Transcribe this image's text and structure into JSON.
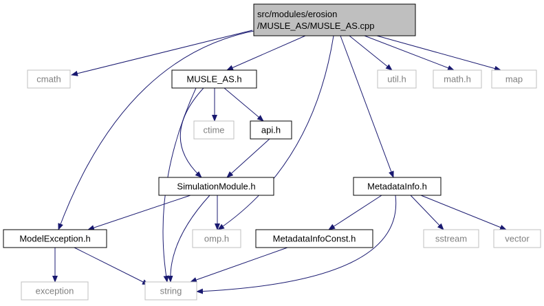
{
  "diagram": {
    "nodes": [
      {
        "id": "root",
        "lines": [
          "src/modules/erosion",
          "/MUSLE_AS/MUSLE_AS.cpp"
        ],
        "style": "root"
      },
      {
        "id": "cmath",
        "lines": [
          "cmath"
        ],
        "style": "external"
      },
      {
        "id": "musle_h",
        "lines": [
          "MUSLE_AS.h"
        ],
        "style": "project"
      },
      {
        "id": "util_h",
        "lines": [
          "util.h"
        ],
        "style": "external"
      },
      {
        "id": "math_h",
        "lines": [
          "math.h"
        ],
        "style": "external"
      },
      {
        "id": "map",
        "lines": [
          "map"
        ],
        "style": "external"
      },
      {
        "id": "ctime",
        "lines": [
          "ctime"
        ],
        "style": "external"
      },
      {
        "id": "api_h",
        "lines": [
          "api.h"
        ],
        "style": "project"
      },
      {
        "id": "simmod_h",
        "lines": [
          "SimulationModule.h"
        ],
        "style": "project"
      },
      {
        "id": "metainfo_h",
        "lines": [
          "MetadataInfo.h"
        ],
        "style": "project"
      },
      {
        "id": "modelexc_h",
        "lines": [
          "ModelException.h"
        ],
        "style": "project"
      },
      {
        "id": "omp_h",
        "lines": [
          "omp.h"
        ],
        "style": "external"
      },
      {
        "id": "metaconst_h",
        "lines": [
          "MetadataInfoConst.h"
        ],
        "style": "project"
      },
      {
        "id": "sstream",
        "lines": [
          "sstream"
        ],
        "style": "external"
      },
      {
        "id": "vector",
        "lines": [
          "vector"
        ],
        "style": "external"
      },
      {
        "id": "exception",
        "lines": [
          "exception"
        ],
        "style": "external"
      },
      {
        "id": "string",
        "lines": [
          "string"
        ],
        "style": "external"
      }
    ],
    "edges": [
      {
        "from": "root",
        "to": "cmath"
      },
      {
        "from": "root",
        "to": "musle_h"
      },
      {
        "from": "root",
        "to": "util_h"
      },
      {
        "from": "root",
        "to": "math_h"
      },
      {
        "from": "root",
        "to": "map"
      },
      {
        "from": "root",
        "to": "modelexc_h"
      },
      {
        "from": "root",
        "to": "omp_h"
      },
      {
        "from": "root",
        "to": "metainfo_h"
      },
      {
        "from": "musle_h",
        "to": "ctime"
      },
      {
        "from": "musle_h",
        "to": "api_h"
      },
      {
        "from": "musle_h",
        "to": "simmod_h"
      },
      {
        "from": "musle_h",
        "to": "string"
      },
      {
        "from": "api_h",
        "to": "simmod_h"
      },
      {
        "from": "simmod_h",
        "to": "modelexc_h"
      },
      {
        "from": "simmod_h",
        "to": "omp_h"
      },
      {
        "from": "simmod_h",
        "to": "string"
      },
      {
        "from": "metainfo_h",
        "to": "metaconst_h"
      },
      {
        "from": "metainfo_h",
        "to": "sstream"
      },
      {
        "from": "metainfo_h",
        "to": "vector"
      },
      {
        "from": "metainfo_h",
        "to": "string"
      },
      {
        "from": "modelexc_h",
        "to": "exception"
      },
      {
        "from": "modelexc_h",
        "to": "string"
      },
      {
        "from": "metaconst_h",
        "to": "string"
      }
    ],
    "colors": {
      "edge": "#191970",
      "root_fill": "#bfbfbf",
      "root_border": "#000000",
      "project_border": "#000000",
      "external_border": "#bfbfbf",
      "project_text": "#000000",
      "external_text": "#7f7f7f"
    }
  }
}
